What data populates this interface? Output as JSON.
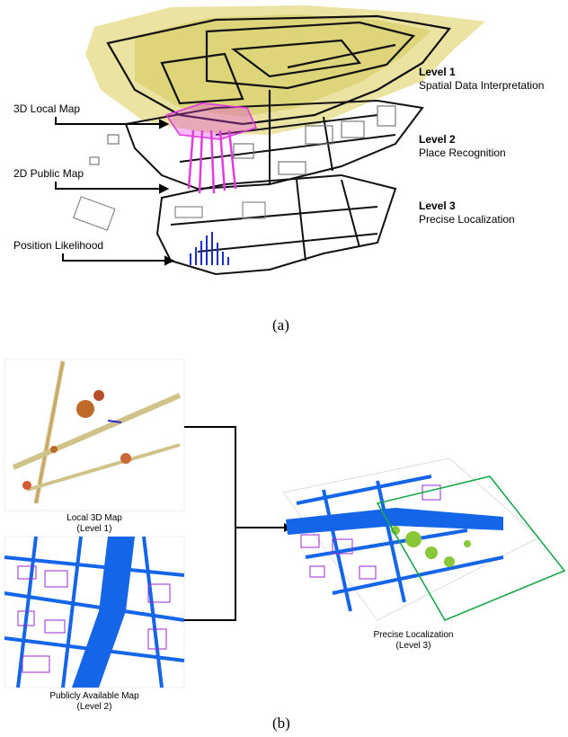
{
  "panel_a": {
    "left_labels": {
      "local_map": "3D Local Map",
      "public_map": "2D Public Map",
      "likelihood": "Position Likelihood"
    },
    "levels": [
      {
        "title": "Level 1",
        "subtitle": "Spatial Data Interpretation"
      },
      {
        "title": "Level 2",
        "subtitle": "Place Recognition"
      },
      {
        "title": "Level 3",
        "subtitle": "Precise Localization"
      }
    ],
    "caption": "(a)"
  },
  "panel_b": {
    "local_map": {
      "line1": "Local 3D Map",
      "line2": "(Level 1)"
    },
    "public_map": {
      "line1": "Publicly Available Map",
      "line2": "(Level 2)"
    },
    "result": {
      "line1": "Precise Localization",
      "line2": "(Level 3)"
    },
    "caption": "(b)"
  },
  "colors": {
    "pointcloud": "#cdbf3a",
    "trajectory": "#e23ce0",
    "likelihood": "#1a2ec8",
    "road": "#1565e8",
    "building": "#9a2ad0",
    "frame": "#1aa84a"
  }
}
